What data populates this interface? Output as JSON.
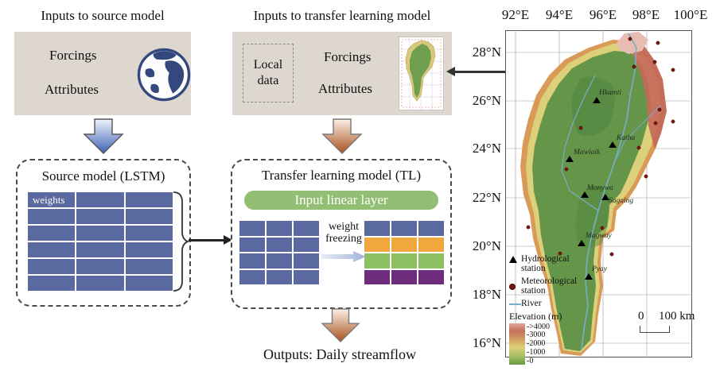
{
  "figure": {
    "source_inputs": {
      "title": "Inputs to source model",
      "item1": "Forcings",
      "item2": "Attributes",
      "icon": "globe-icon"
    },
    "source_model": {
      "title": "Source model (LSTM)",
      "weights_label": "weights",
      "grid_rows": 6,
      "grid_cols": 3
    },
    "transfer_inputs": {
      "title": "Inputs to transfer learning model",
      "local_data": "Local data",
      "item1": "Forcings",
      "item2": "Attributes",
      "icon": "basin-map-thumbnail"
    },
    "transfer_model": {
      "title": "Transfer learning model (TL)",
      "input_layer": "Input linear layer",
      "weight_freezing": "weight freezing"
    },
    "output": {
      "label": "Outputs: Daily streamflow"
    }
  },
  "map": {
    "x_ticks": [
      "92°E",
      "94°E",
      "96°E",
      "98°E",
      "100°E"
    ],
    "y_ticks": [
      "28°N",
      "26°N",
      "24°N",
      "22°N",
      "20°N",
      "18°N",
      "16°N"
    ],
    "stations": [
      "Hkamti",
      "Katha",
      "Mawlaik",
      "Monywa",
      "Sagaing",
      "Magway",
      "Pyay"
    ],
    "legend": {
      "hydro": "Hydrological station",
      "met": "Meteorological station",
      "river": "River",
      "elevation_title": "Elevation (m)",
      "elev_ticks": [
        ">4000",
        "3000",
        "2000",
        "1000",
        "0"
      ]
    },
    "scalebar": {
      "zero": "0",
      "dist": "100 km"
    }
  },
  "colors": {
    "panel_bg": "#ddd7d0",
    "weight_cell_blue": "#5a69a0",
    "frozen_row_orange": "#f0a73e",
    "frozen_row_green": "#8cc063",
    "frozen_row_purple": "#6e2e7d",
    "input_layer_green": "#93bf75",
    "blue_arrow": "#3f63b5",
    "orange_arrow": "#a8511f",
    "met_station_dot": "#7a150d",
    "river_blue": "#76aecb",
    "basin_lowland_green": "#649549",
    "basin_midland_yellow": "#ddd07a",
    "basin_highland_orange": "#d89a56",
    "basin_peak_red": "#c4685a"
  }
}
